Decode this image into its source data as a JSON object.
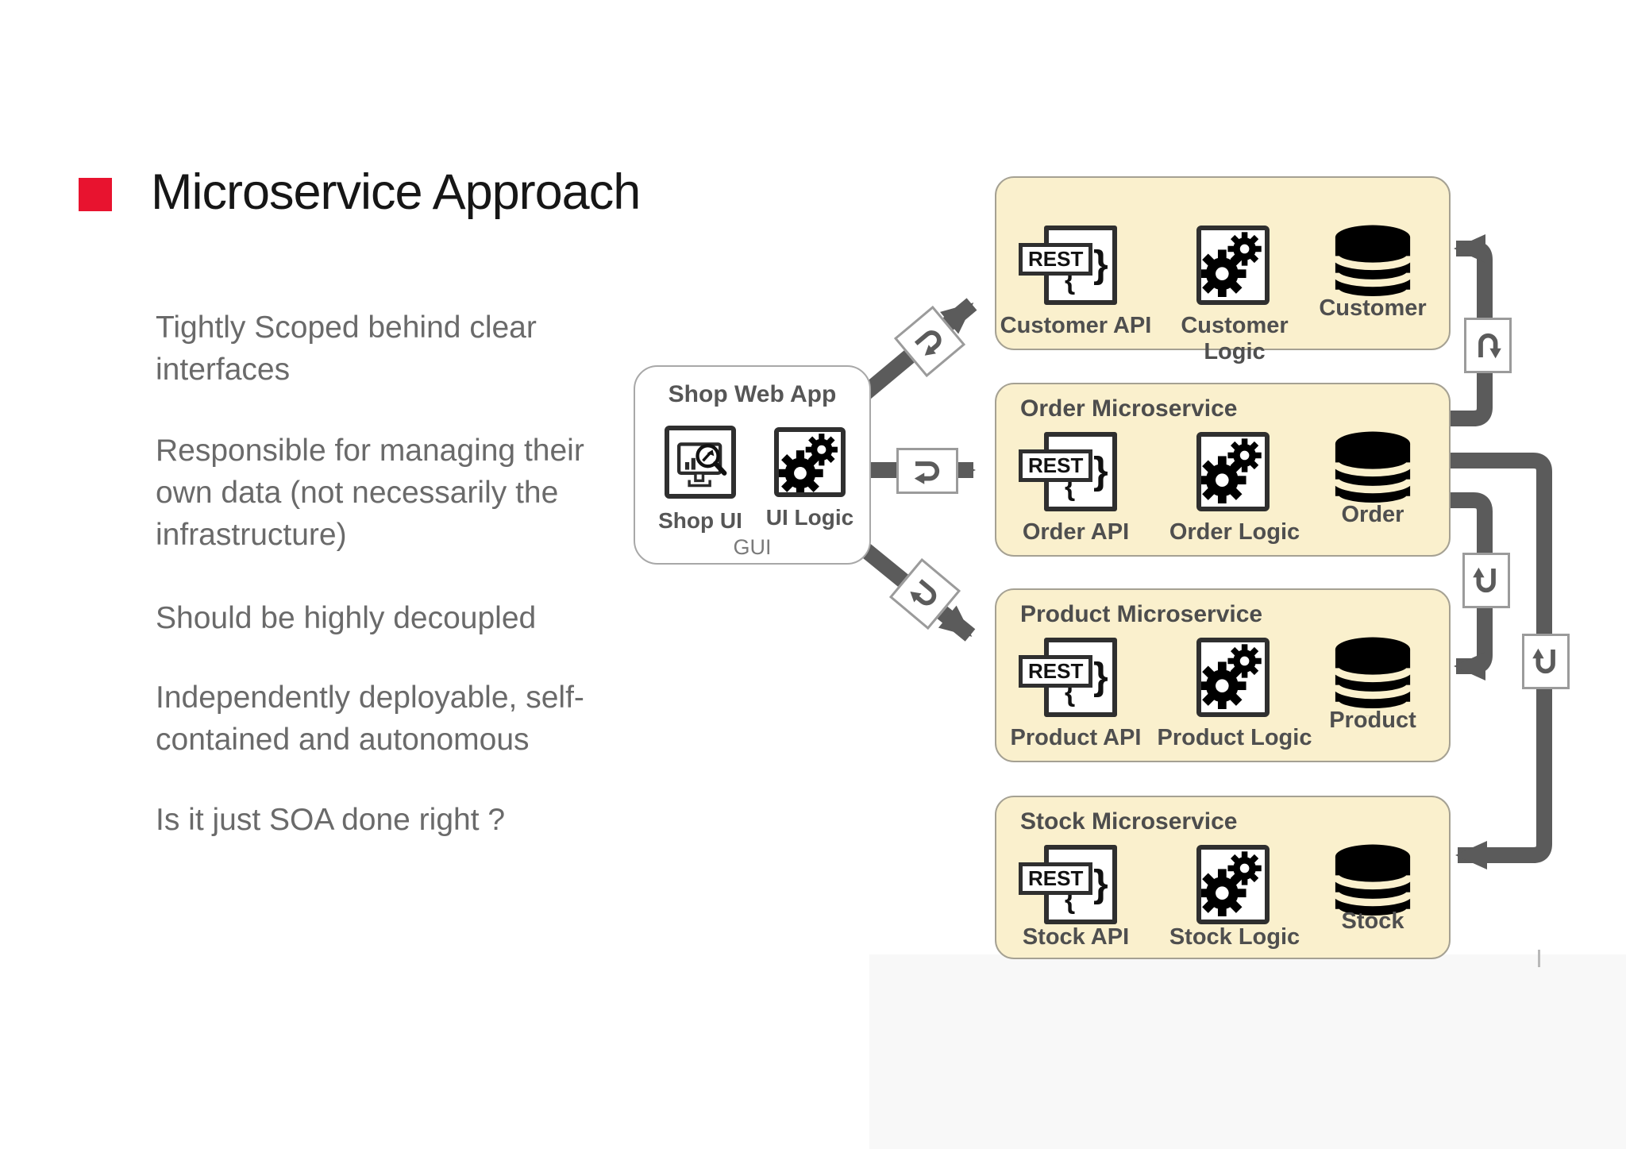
{
  "slide": {
    "title": "Microservice Approach",
    "bullets": [
      "Tightly Scoped behind clear interfaces",
      "Responsible for managing their own data (not necessarily the infrastructure)",
      "Should be highly decoupled",
      "Independently deployable, self-contained and autonomous",
      "Is it just SOA done right ?"
    ]
  },
  "gui_app": {
    "title": "Shop Web App",
    "ui_label": "Shop UI",
    "logic_label": "UI Logic",
    "caption": "GUI"
  },
  "microservices": [
    {
      "title": "",
      "api_label": "Customer API",
      "logic_label": "Customer Logic",
      "db_label": "Customer"
    },
    {
      "title": "Order Microservice",
      "api_label": "Order API",
      "logic_label": "Order Logic",
      "db_label": "Order"
    },
    {
      "title": "Product Microservice",
      "api_label": "Product API",
      "logic_label": "Product Logic",
      "db_label": "Product"
    },
    {
      "title": "Stock Microservice",
      "api_label": "Stock API",
      "logic_label": "Stock Logic",
      "db_label": "Stock"
    }
  ],
  "icons": {
    "rest_label": "REST",
    "rest_brace_open": "{",
    "rest_brace_close": "}"
  },
  "colors": {
    "accent_red": "#e8132f",
    "service_box_fill": "#faf0cd",
    "service_box_border": "#a5a193",
    "arrow_gray": "#5b5b5b",
    "body_text_gray": "#6a6a6a"
  }
}
